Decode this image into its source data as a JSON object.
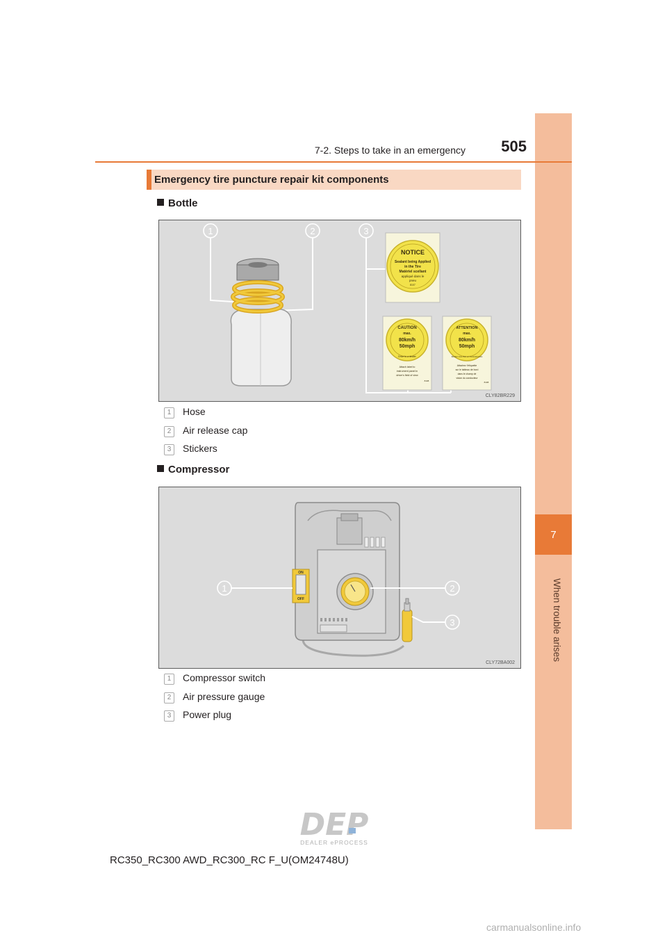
{
  "header": {
    "section": "7-2. Steps to take in an emergency",
    "page_number": "505"
  },
  "side_tab": {
    "chapter_number": "7",
    "chapter_title": "When trouble arises"
  },
  "section_title": "Emergency tire puncture repair kit components",
  "bottle": {
    "heading": "Bottle",
    "figure_code": "CLY82BR229",
    "callouts": [
      "1",
      "2",
      "3"
    ],
    "stickers": {
      "notice": {
        "title": "NOTICE",
        "lines": [
          "Sealant being Applied",
          "in the Tire",
          "Matériel scellant",
          "appliqué dans le",
          "pneu"
        ],
        "code": "8107"
      },
      "caution": {
        "title": "CAUTION",
        "max": "max.",
        "speed_kmh": "80km/h",
        "speed_mph": "50mph",
        "arc_text": "Drive to a dealer",
        "lines": [
          "Attach label to",
          "instrument panel in",
          "driver's field of view"
        ],
        "code": "8108"
      },
      "attention": {
        "title": "ATTENTION",
        "max": "max.",
        "speed_kmh": "80km/h",
        "speed_mph": "50mph",
        "arc_text": "Rendez-vous chez un concessionnaire",
        "lines": [
          "Attachez l'étiquette",
          "sur le tableau de bord",
          "dans le champ de",
          "vision du conducteur"
        ],
        "code": "8108"
      }
    },
    "legend": [
      {
        "num": "1",
        "label": "Hose"
      },
      {
        "num": "2",
        "label": "Air release cap"
      },
      {
        "num": "3",
        "label": "Stickers"
      }
    ]
  },
  "compressor": {
    "heading": "Compressor",
    "figure_code": "CLY72BA002",
    "callouts": [
      "1",
      "2",
      "3"
    ],
    "switch_on": "ON",
    "switch_off": "OFF",
    "legend": [
      {
        "num": "1",
        "label": "Compressor switch"
      },
      {
        "num": "2",
        "label": "Air pressure gauge"
      },
      {
        "num": "3",
        "label": "Power plug"
      }
    ]
  },
  "footer": "RC350_RC300 AWD_RC300_RC F_U(OM24748U)",
  "logo": {
    "text": "DEP",
    "subtext": "DEALER ePROCESS"
  },
  "watermark": "carmanualsonline.info",
  "colors": {
    "accent": "#e87a37",
    "tab_band": "#f4bd9c",
    "title_bar": "#f9d8c3",
    "sticker_yellow": "#f2e24a"
  }
}
